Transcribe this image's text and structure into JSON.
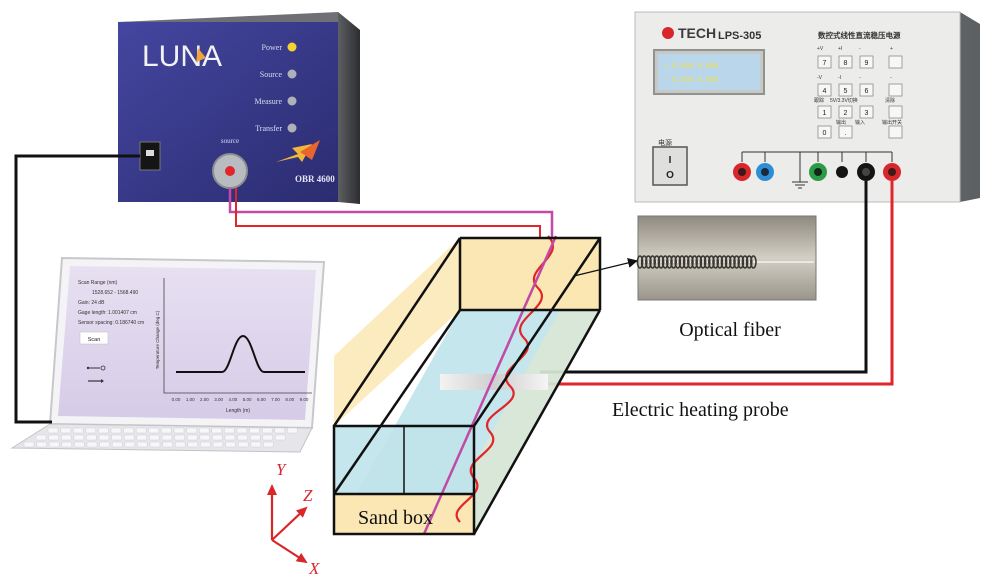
{
  "luna": {
    "logo": "LUNA",
    "model": "OBR 4600",
    "source_label": "source",
    "leds": [
      "Power",
      "Source",
      "Measure",
      "Transfer"
    ]
  },
  "psu": {
    "brand": "TECH",
    "model": "LPS-305",
    "chinese_title": "数控式线性直流稳压电源",
    "display_lines": [
      "+ 0.000   0.000",
      "- 0.000   0.000"
    ],
    "keys": [
      "7",
      "8",
      "9",
      "4",
      "5",
      "6",
      "1",
      "2",
      "3",
      "0",
      "."
    ],
    "key_labels_top": [
      "+V",
      "+I",
      "-",
      "+"
    ],
    "key_labels_mid": [
      "-V",
      "-I",
      "-",
      "-"
    ],
    "key_labels_row3": [
      "跟踪",
      "5V/3.3V切换",
      "清除"
    ],
    "key_labels_row4": [
      "输出",
      "输入",
      "输出开关"
    ],
    "power_label": "电源",
    "power_on": "I",
    "power_off": "O"
  },
  "laptop": {
    "panel_lines": [
      "Scan Range (nm)",
      "1528.652  -  1568.490",
      "Gain: 24 dB",
      "Gage length: 1.001407 cm",
      "Sensor spacing: 0.186740 cm"
    ],
    "scan_button": "Scan",
    "ylabel": "Temperature Change (deg C)",
    "xlabel": "Length (m)",
    "xticks": [
      "0.00",
      "1.00",
      "2.00",
      "3.00",
      "4.00",
      "5.00",
      "6.00",
      "7.00",
      "8.00",
      "9.00"
    ]
  },
  "labels": {
    "optical_fiber": "Optical fiber",
    "heating_probe": "Electric heating probe",
    "sand_box": "Sand box"
  },
  "axes": {
    "x": "X",
    "y": "Y",
    "z": "Z"
  },
  "colors": {
    "luna_panel": "#3a3c8c",
    "psu_panel": "#e9ebe8",
    "box_fill": "#fbe7b3",
    "water": "#bfe3ea",
    "fiber": "#c04aa5",
    "wire_red": "#e0262a",
    "wire_black": "#111111",
    "axis_red": "#d8262b"
  }
}
